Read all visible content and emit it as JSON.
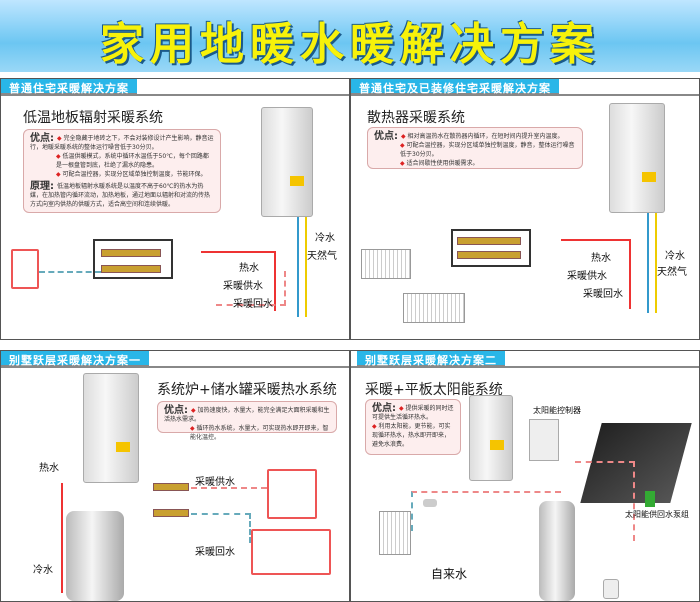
{
  "title": "家用地暖水暖解决方案",
  "panels": [
    {
      "header": "普通住宅采暖解决方案",
      "title": "低温地板辐射采暖系统",
      "adv_label": "优点:",
      "advantages": [
        "完全隐藏于地砖之下，不会对装修设计产生影响，静音运行，地暖采暖系统的整体运行噪音低于30分贝。",
        "低温供暖模式，系统中循环水温低于50℃，每个回路都是一根盘管到底，杜绝了漏水的隐患。",
        "可配合温控器，实现分区域单独控制温度，节能环保。"
      ],
      "principle_label": "原理:",
      "principle": "低温地板辐射水暖系统是以温度不高于60℃的热水为热媒，在加热管内循环流动，加热地板，通过地面以辐射和对流的传热方式向室内供热的供暖方式，适合高空间和连续供暖。",
      "labels": {
        "hot": "热水",
        "cold": "冷水",
        "gas": "天然气",
        "supply": "采暖供水",
        "return": "采暖回水"
      }
    },
    {
      "header": "普通住宅及已装修住宅采暖解决方案",
      "title": "散热器采暖系统",
      "adv_label": "优点:",
      "advantages": [
        "相对高温热水在散热器内循环，在短时间内提升室内温度。",
        "可配合温控器，实现分区域单独控制温度，静音，整体运行噪音低于30分贝。",
        "适合间歇性使用供暖需求。"
      ],
      "labels": {
        "hot": "热水",
        "cold": "冷水",
        "gas": "天然气",
        "supply": "采暖供水",
        "return": "采暖回水"
      }
    },
    {
      "header": "别墅跃层采暖解决方案一",
      "title": "系统炉+储水罐采暖热水系统",
      "adv_label": "优点:",
      "advantages": [
        "加热速度快，水量大，能完全满足大面积采暖和生活热水需求。",
        "循环热水系统，水量大，可实现热水即开即来，智能化温控。"
      ],
      "labels": {
        "hot": "热水",
        "cold": "冷水",
        "supply": "采暖供水",
        "return": "采暖回水"
      }
    },
    {
      "header": "别墅跃层采暖解决方案二",
      "title": "采暖+平板太阳能系统",
      "adv_label": "优点:",
      "advantages": [
        "提供采暖的同时还可提供生活循环热水。",
        "利用太阳能，更节能，可实现循环热水，热水即开即来，避免水浪费。"
      ],
      "labels": {
        "controller": "太阳能控制器",
        "pump": "太阳能供回水泵组",
        "tap": "自来水"
      }
    }
  ]
}
